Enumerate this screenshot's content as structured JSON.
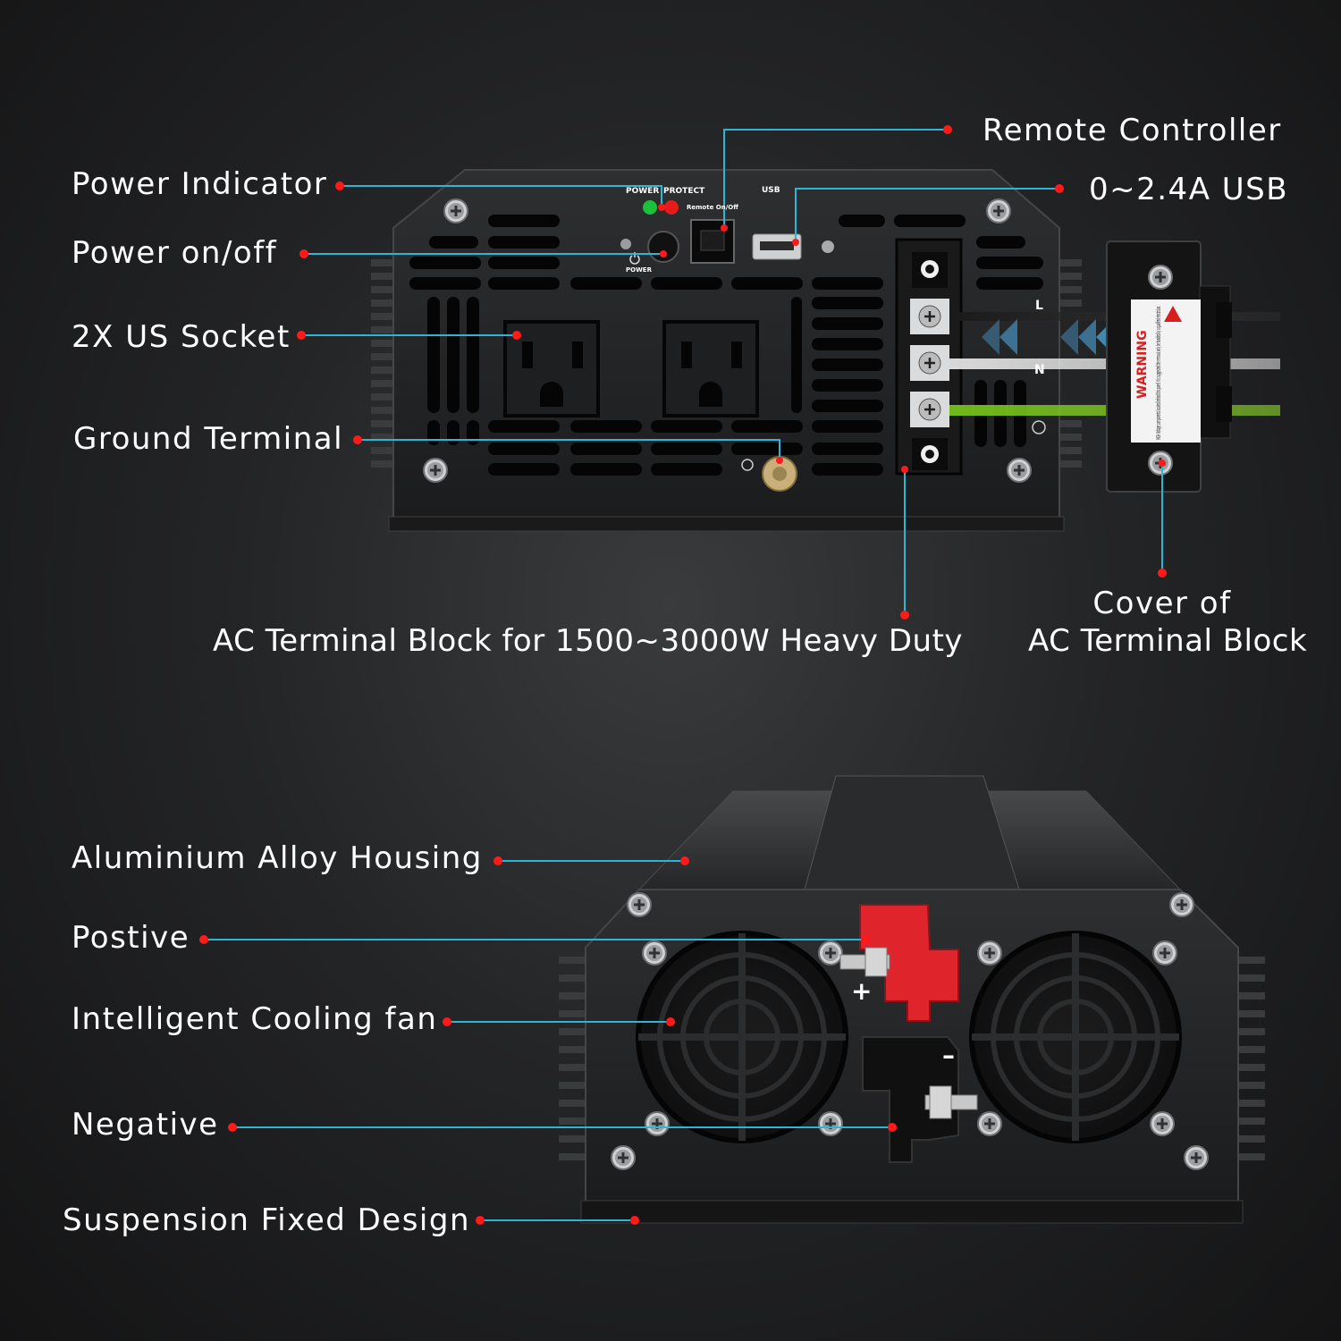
{
  "callouts": {
    "power_indicator": "Power Indicator",
    "power_on_off": "Power on/off",
    "us_socket": "2X US Socket",
    "ground_terminal": "Ground Terminal",
    "remote_controller": "Remote Controller",
    "usb": "0~2.4A USB",
    "ac_terminal_block": "AC Terminal Block for 1500~3000W Heavy Duty",
    "cover_line1": "Cover of",
    "cover_line2": "AC Terminal Block",
    "housing": "Aluminium Alloy Housing",
    "positive": "Postive",
    "cooling_fan": "Intelligent Cooling fan",
    "negative": "Negative",
    "suspension": "Suspension Fixed Design"
  },
  "panel": {
    "power_led_label": "POWER",
    "protect_led_label": "PROTECT",
    "remote_label": "Remote On/Off",
    "usb_label": "USB",
    "power_button_label": "POWER",
    "terminal_l": "L",
    "terminal_n": "N"
  },
  "cover": {
    "warning_title": "WARNING",
    "warning_text": "HIGH Voltage components located behind this panel! It is suggested the removal only be handled by a qualified electrician."
  },
  "back": {
    "plus_sign": "+",
    "minus_sign": "–"
  },
  "colors": {
    "callout_line": "#2fb4d6",
    "callout_dot": "#ff1a1a",
    "positive_terminal": "#e0242b",
    "power_led": "#19c23a",
    "protect_led": "#e41c1c",
    "ground_wire": "#7ec91e"
  }
}
